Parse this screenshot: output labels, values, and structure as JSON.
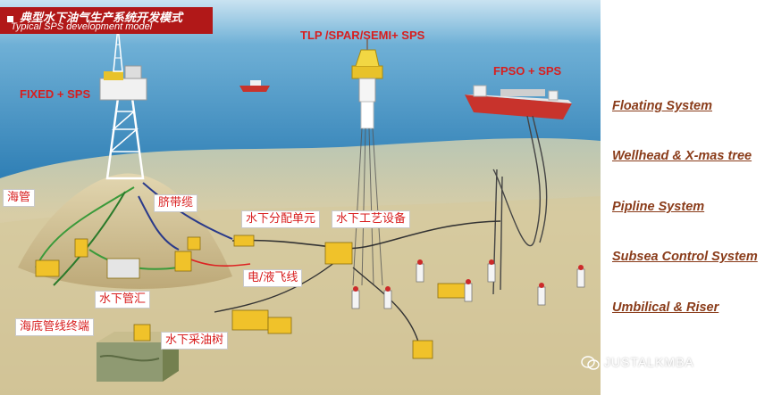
{
  "title": {
    "chinese": "典型水下油气生产系统开发模式",
    "english": "Typical  SPS development model"
  },
  "platforms": {
    "fixed": "FIXED + SPS",
    "tlp": "TLP /SPAR/SEMI+ SPS",
    "fpso": "FPSO + SPS"
  },
  "components": {
    "haiguan": "海管",
    "qidaixian": "脐带缆",
    "fenpei": "水下分配单元",
    "gongyi": "水下工艺设备",
    "feixian": "电/液飞线",
    "guanhui": "水下管汇",
    "zhongduan": "海底管线终端",
    "caiyoushu": "水下采油树"
  },
  "systems": [
    "Floating System",
    "Wellhead & X-mas tree",
    "Pipline System",
    "Subsea Control System",
    "Umbilical & Riser"
  ],
  "watermark": "JUSTALKMBA",
  "colors": {
    "accent_red": "#d81e1e",
    "title_bar": "#b11818",
    "system_text": "#8a3c1a",
    "sea": "#3f8fbf",
    "seabed": "#d8c9a0"
  }
}
